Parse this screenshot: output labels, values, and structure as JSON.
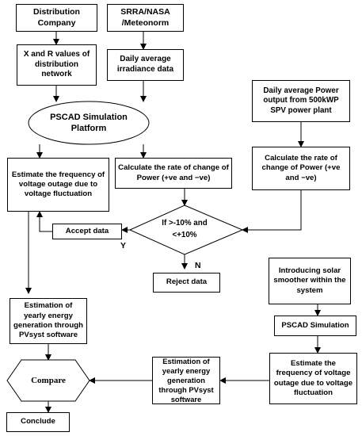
{
  "nodes": {
    "distribution_company": "Distribution Company",
    "srra_nasa": "SRRA/NASA /Meteonorm",
    "x_r_values": "X and R values of distribution network",
    "daily_irradiance": "Daily average irradiance data",
    "pscad_platform": "PSCAD Simulation Platform",
    "daily_power_output": "Daily average Power output from 500kWP SPV power plant",
    "estimate_frequency_top": "Estimate the frequency of voltage outage due to voltage fluctuation",
    "calc_rate_left": "Calculate the rate of change of Power (+ve and −ve)",
    "calc_rate_right": "Calculate the rate of change of Power (+ve and −ve)",
    "decision": "If >-10% and <+10%",
    "accept_data": "Accept data",
    "reject_data": "Reject data",
    "introducing_smoother": "Introducing solar smoother within the system",
    "estimation_yearly_left": "Estimation of yearly energy generation through PVsyst software",
    "pscad_simulation": "PSCAD Simulation",
    "compare": "Compare",
    "estimation_yearly_mid": "Estimation of yearly energy generation through PVsyst software",
    "estimate_frequency_bottom": "Estimate the frequency of voltage outage due to voltage fluctuation",
    "conclude": "Conclude"
  },
  "edge_labels": {
    "yes": "Y",
    "no": "N"
  }
}
